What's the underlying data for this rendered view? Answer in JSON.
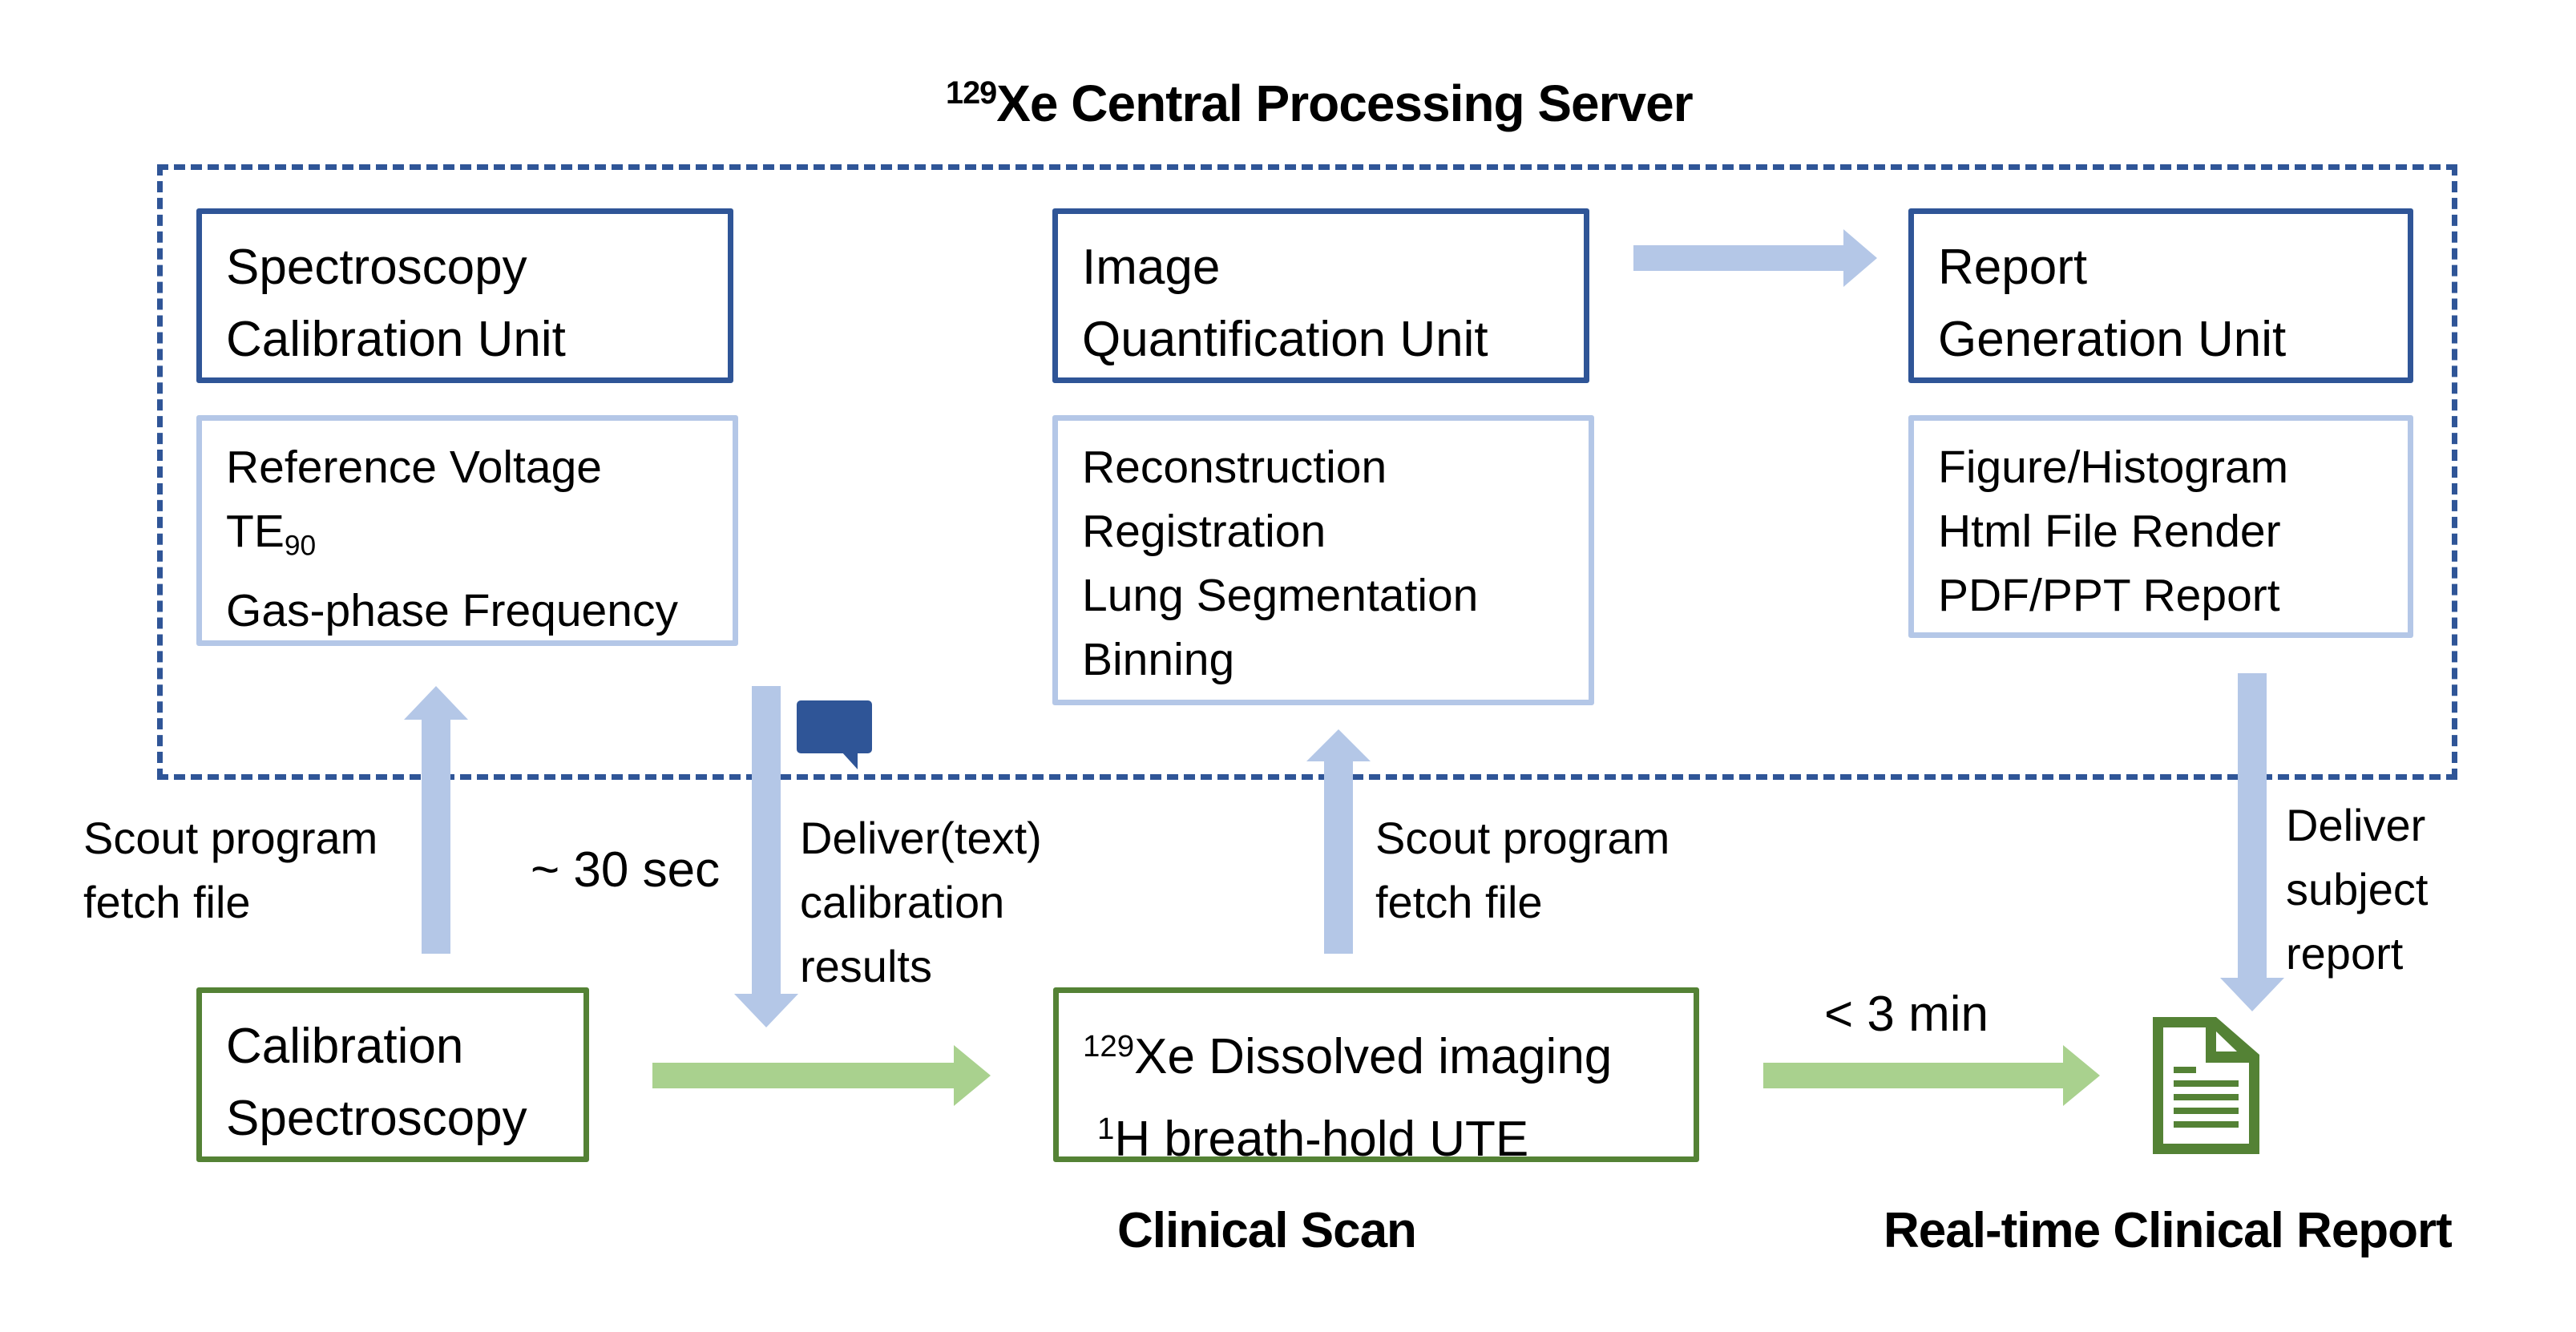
{
  "server": {
    "title_sup": "129",
    "title_rest": "Xe Central Processing Server"
  },
  "units": [
    {
      "id": "spectroscopy",
      "title_lines": [
        "Spectroscopy",
        "Calibration Unit"
      ],
      "details": [
        "Reference Voltage",
        "TE",
        "Gas-phase Frequency"
      ],
      "detail_sub": "90"
    },
    {
      "id": "image",
      "title_lines": [
        "Image",
        "Quantification Unit"
      ],
      "details": [
        "Reconstruction",
        "Registration",
        "Lung Segmentation",
        "Binning"
      ]
    },
    {
      "id": "report",
      "title_lines": [
        "Report",
        "Generation Unit"
      ],
      "details": [
        "Figure/Histogram",
        "Html File Render",
        "PDF/PPT Report"
      ]
    }
  ],
  "clinical": {
    "calibration_lines": [
      "Calibration",
      "Spectroscopy"
    ],
    "scan_line1_sup": "129",
    "scan_line1_rest": "Xe Dissolved imaging",
    "scan_line2_sup": "1",
    "scan_line2_rest": "H breath-hold UTE",
    "scan_caption": "Clinical Scan",
    "report_caption": "Real-time Clinical Report"
  },
  "arrow_labels": {
    "scout_fetch_1": [
      "Scout program",
      "fetch file"
    ],
    "time_30s": "~ 30 sec",
    "deliver_text": [
      "Deliver(text)",
      "calibration",
      "results"
    ],
    "scout_fetch_2": [
      "Scout program",
      "fetch file"
    ],
    "deliver_report": [
      "Deliver",
      "subject",
      "report"
    ],
    "time_3min": "< 3 min"
  },
  "icons": {
    "message": "speech-bubble-icon",
    "document": "document-icon"
  },
  "colors": {
    "dark_blue": "#2f5597",
    "light_blue": "#b4c7e7",
    "green": "#548235",
    "light_green": "#a9d18e"
  }
}
